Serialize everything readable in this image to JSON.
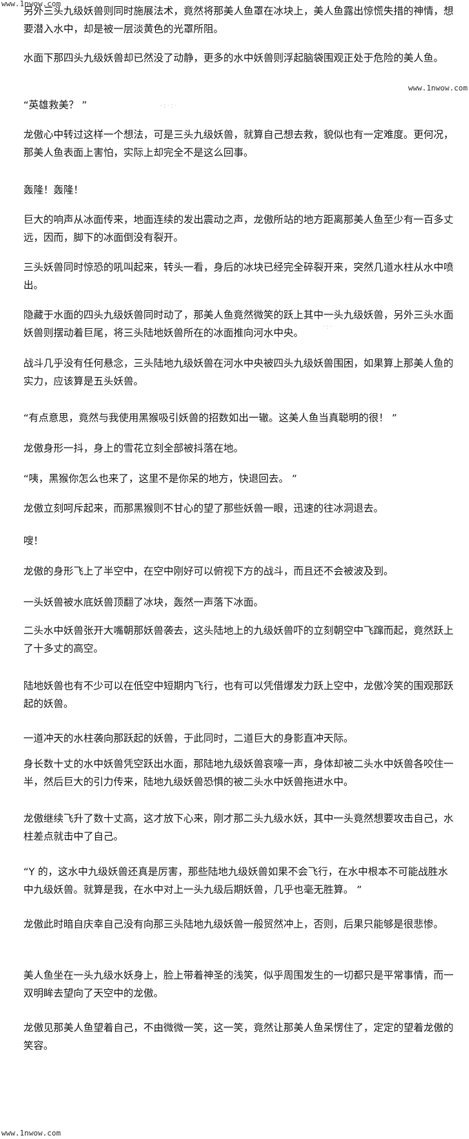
{
  "watermarks": {
    "top_left": "www.1nwow.com",
    "top_right": "www.1nwow.com",
    "bottom_left": "www.1nwow.com"
  },
  "paragraphs": [
    "另外三头九级妖兽则同时施展法术，竟然将那美人鱼罩在冰块上，美人鱼露出惊慌失措的神情，想要潜入水中，却是被一层淡黄色的光罩所阻。",
    "水面下那四头九级妖兽却已然没了动静，更多的水中妖兽则浮起脑袋围观正处于危险的美人鱼。",
    "“英雄救美？ ”",
    "龙傲心中转过这样一个想法，可是三头九级妖兽，就算自己想去救，貌似也有一定难度。更何况，那美人鱼表面上害怕，实际上却完全不是这么回事。",
    "轰隆！轰隆！",
    "巨大的响声从冰面传来，地面连续的发出震动之声，龙傲所站的地方距离那美人鱼至少有一百多丈远，因而，脚下的冰面倒没有裂开。",
    "三头妖兽同时惊恐的吼叫起来，转头一看，身后的冰块已经完全碎裂开来，突然几道水柱从水中喷出。",
    "隐藏于水面的四头九级妖兽同时动了，那美人鱼竟然微笑的跃上其中一头九级妖兽，另外三头水面妖兽则摆动着巨尾，将三头陆地妖兽所在的冰面推向河水中央。",
    "战斗几乎没有任何悬念，三头陆地九级妖兽在河水中央被四头九级妖兽围困，如果算上那美人鱼的实力，应该算是五头妖兽。",
    "“有点意思，竟然与我使用黑猴吸引妖兽的招数如出一辙。这美人鱼当真聪明的很！ ”",
    "龙傲身形一抖，身上的雪花立刻全部被抖落在地。",
    "“咦，黑猴你怎么也来了，这里不是你呆的地方，快退回去。 ”",
    "龙傲立刻呵斥起来，而那黑猴则不甘心的望了那些妖兽一眼，迅速的往冰洞退去。",
    "嗖！",
    "龙傲的身形飞上了半空中，在空中刚好可以俯视下方的战斗，而且还不会被波及到。",
    "一头妖兽被水底妖兽顶翻了冰块，轰然一声落下冰面。",
    "二头水中妖兽张开大嘴朝那妖兽袭去，这头陆地上的九级妖兽吓的立刻朝空中飞蹿而起，竟然跃上了十多丈的高空。",
    "陆地妖兽也有不少可以在低空中短期内飞行，也有可以凭借爆发力跃上空中，龙傲冷笑的围观那跃起的妖兽。",
    "一道冲天的水柱袭向那跃起的妖兽，于此同时，二道巨大的身影直冲天际。",
    "身长数十丈的水中妖兽凭空跃出水面，那陆地九级妖兽哀嚎一声，身体却被二头水中妖兽各咬住一半，然后巨大的引力传来，陆地九级妖兽恐惧的被二头水中妖兽拖进水中。",
    "龙傲继续飞升了数十丈高，这才放下心来，刚才那二头九级水妖，其中一头竟然想要攻击自己，水柱差点就击中了自己。",
    "“Y 的，这水中九级妖兽还真是厉害，那些陆地九级妖兽如果不会飞行，在水中根本不可能战胜水中九级妖兽。就算是我，在水中对上一头九级后期妖兽，几乎也毫无胜算。 ”",
    "龙傲此时暗自庆幸自己没有向那三头陆地九级妖兽一般贸然冲上，否则，后果只能够是很悲惨。",
    "美人鱼坐在一头九级水妖身上，脸上带着神圣的浅笑，似乎周围发生的一切都只是平常事情，而一双明眸去望向了天空中的龙傲。",
    "龙傲见那美人鱼望着自己，不由微微一笑，这一笑，竟然让那美人鱼呆愣住了，定定的望着龙傲的笑容。"
  ]
}
